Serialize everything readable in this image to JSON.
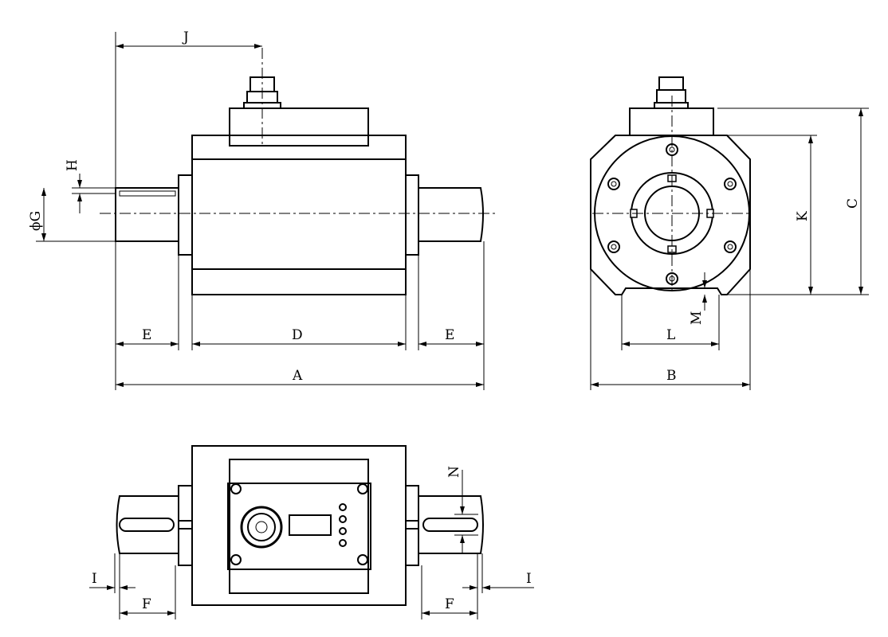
{
  "labels": {
    "J": "J",
    "H": "H",
    "G": "ϕG",
    "E1": "E",
    "D": "D",
    "E2": "E",
    "A": "A",
    "K": "K",
    "C": "C",
    "M": "M",
    "L": "L",
    "B": "B",
    "N": "N",
    "I1": "I",
    "F1": "F",
    "F2": "F",
    "I2": "I"
  }
}
